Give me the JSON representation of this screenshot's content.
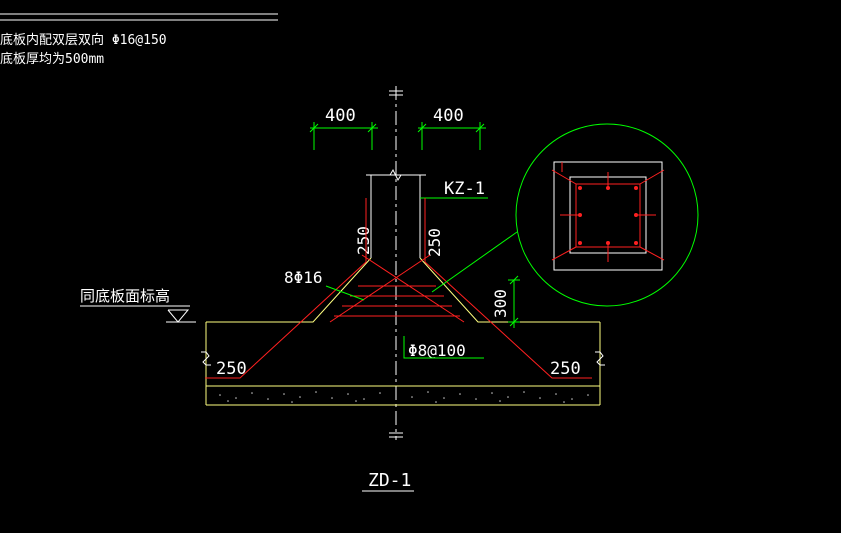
{
  "notes": {
    "line1": "底板内配双层双向 Φ16@150",
    "line2": "底板厚均为500mm"
  },
  "dims": {
    "top_left": "400",
    "top_right": "400",
    "left_vertical": "250",
    "right_vertical": "250",
    "haunch_height": "300",
    "bottom_left": "250",
    "bottom_right": "250"
  },
  "labels": {
    "column": "KZ-1",
    "top_bars": "8Φ16",
    "stirrups": "Φ8@100",
    "elevation": "同底板面标高",
    "title": "ZD-1"
  },
  "colors": {
    "background": "#000000",
    "outline": "#ffffff",
    "concrete": "#ffff80",
    "rebar": "#ff2020",
    "dimension": "#00ff00"
  }
}
